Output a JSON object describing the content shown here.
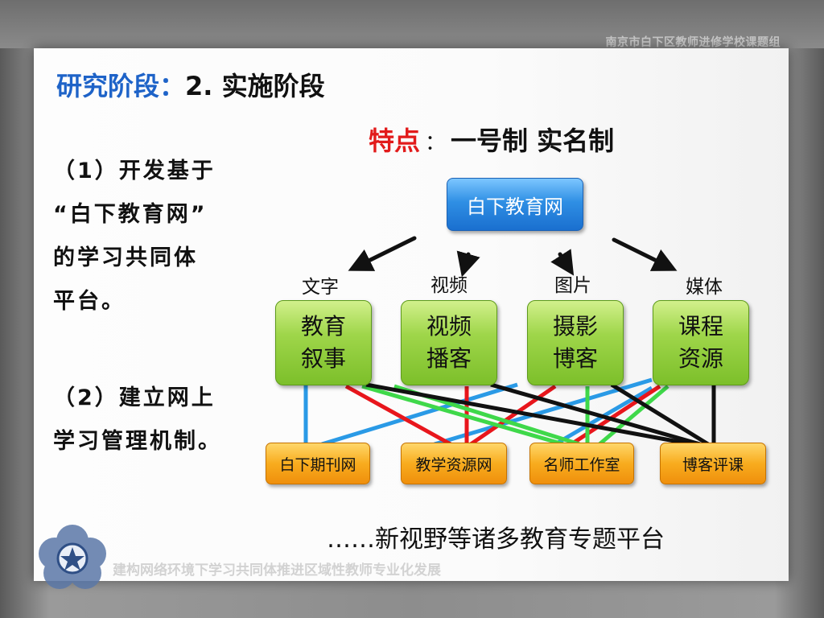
{
  "header": {
    "group_label": "南京市白下区教师进修学校课题组"
  },
  "slide": {
    "title_lead": "研究阶段：",
    "title_rest": "2. 实施阶段",
    "feature_label": "特点",
    "feature_colon": "：",
    "feature_text": "一号制  实名制",
    "left_points": [
      [
        "（1）开发基于",
        "“白下教育网”",
        "的学习共同体",
        "平台。"
      ],
      [
        "（2）建立网上",
        "学习管理机制。"
      ]
    ]
  },
  "diagram": {
    "root": "白下教育网",
    "branches": [
      {
        "label": "文字",
        "box": [
          "教育",
          "叙事"
        ]
      },
      {
        "label": "视频",
        "box": [
          "视频",
          "播客"
        ]
      },
      {
        "label": "图片",
        "box": [
          "摄影",
          "博客"
        ]
      },
      {
        "label": "媒体",
        "box": [
          "课程",
          "资源"
        ]
      }
    ],
    "platforms": [
      "白下期刊网",
      "教学资源网",
      "名师工作室",
      "博客评课"
    ],
    "link_colors": {
      "blue": "#2a9ae6",
      "red": "#e8161c",
      "green": "#3fd84a",
      "black": "#111111"
    },
    "more_text": "……新视野等诸多教育专题平台"
  },
  "footer": {
    "slogan": "建构网络环境下学习共同体推进区域性教师专业化发展",
    "logo_icon": "flower-logo-icon"
  }
}
